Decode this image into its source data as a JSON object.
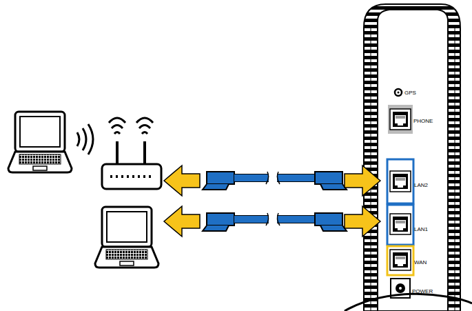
{
  "diagram": {
    "labels": [
      "GPS",
      "PHONE",
      "LAN2",
      "LAN1",
      "WAN",
      "POWER"
    ]
  }
}
